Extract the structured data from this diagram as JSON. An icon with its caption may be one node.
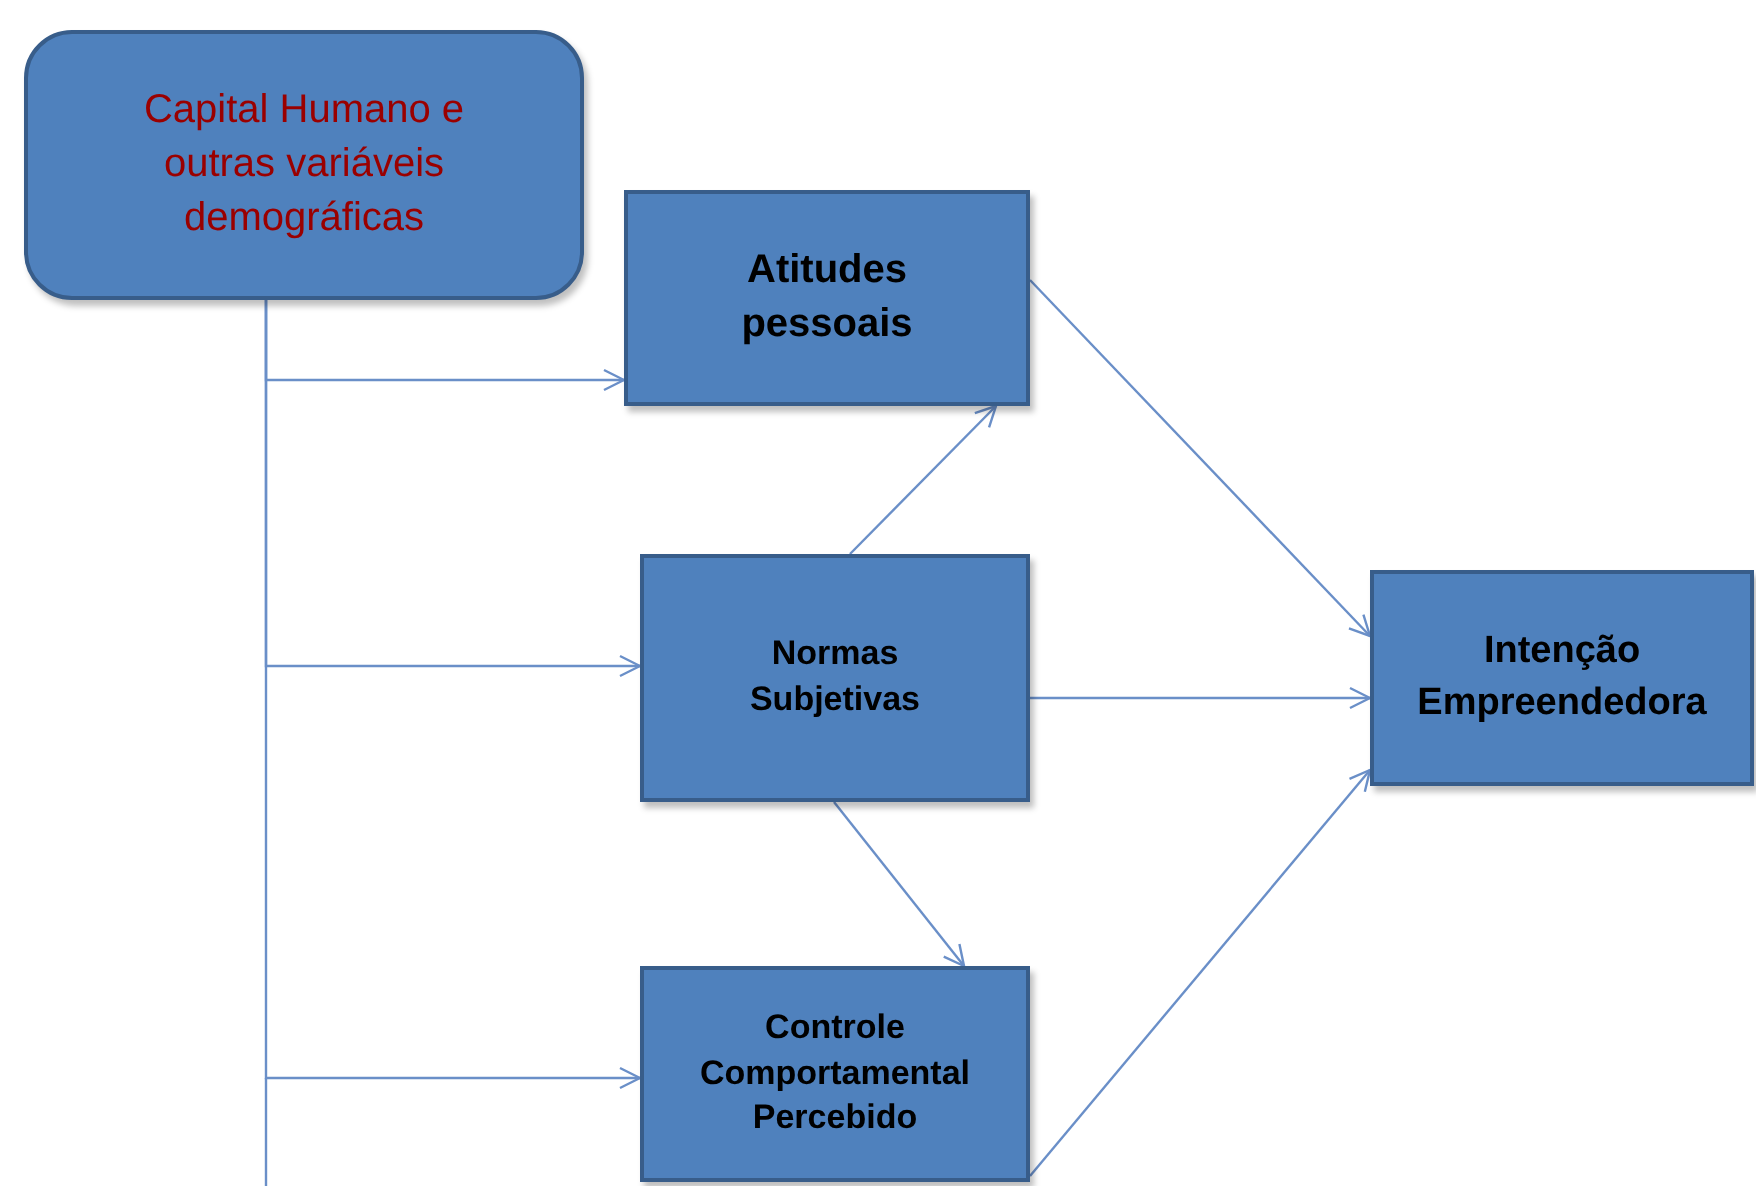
{
  "diagram": {
    "nodes": [
      {
        "text": [
          "Capital Humano e outras variáveis demográficas"
        ]
      },
      {
        "text": [
          "Atitudes pessoais"
        ]
      },
      {
        "text": [
          "Normas Subjetivas"
        ]
      },
      {
        "text": [
          "Controle Comportamental Percebido"
        ]
      },
      {
        "text": [
          "Intenção Empreendedora"
        ]
      }
    ],
    "edges": [
      {
        "from": 0,
        "to": 1,
        "arrow": "to"
      },
      {
        "from": 0,
        "to": 2,
        "arrow": "to"
      },
      {
        "from": 0,
        "to": 3,
        "arrow": "to"
      },
      {
        "from": 2,
        "to": 1,
        "arrow": "to"
      },
      {
        "from": 2,
        "to": 3,
        "arrow": "to"
      },
      {
        "from": 1,
        "to": 4,
        "arrow": "to"
      },
      {
        "from": 2,
        "to": 4,
        "arrow": "to"
      },
      {
        "from": 3,
        "to": 4,
        "arrow": "to"
      }
    ]
  }
}
